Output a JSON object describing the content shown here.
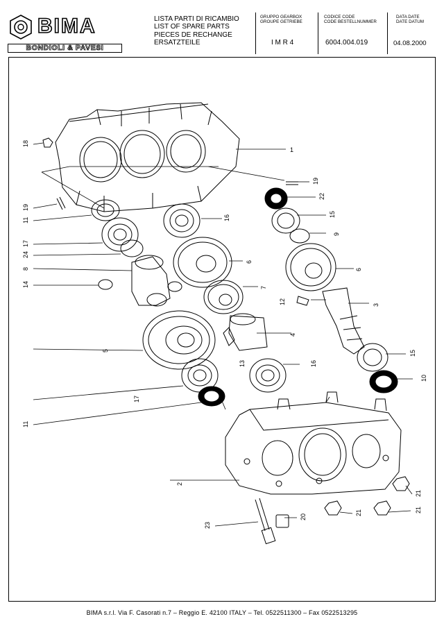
{
  "header": {
    "brand": "BIMA",
    "company": "BONDIOLI & PAVESI",
    "title_lines": [
      "LISTA PARTI DI RICAMBIO",
      "LIST OF SPARE PARTS",
      "PIECES DE RECHANGE",
      "ERSATZTEILE"
    ],
    "group_label_1": "GRUPPO GEARBOX",
    "group_label_2": "GROUPE GETRIEBE",
    "group_value": "I M R 4",
    "code_label_1": "CODICE CODE",
    "code_label_2": "CODE BESTELLNUMMER",
    "code_value": "6004.004.019",
    "date_label_1": "DATA DATE",
    "date_label_2": "DATE DATUM",
    "date_value": "04.08.2000"
  },
  "callouts": [
    "1",
    "2",
    "3",
    "4",
    "5",
    "6",
    "6",
    "7",
    "8",
    "9",
    "10",
    "11",
    "11",
    "12",
    "13",
    "14",
    "15",
    "15",
    "16",
    "16",
    "17",
    "17",
    "18",
    "19",
    "19",
    "20",
    "21",
    "21",
    "21",
    "22",
    "23",
    "24"
  ],
  "footer": {
    "address": "BIMA s.r.l. Via F. Casorati n.7  – Reggio E. 42100 ITALY – Tel. 0522511300 – Fax 0522513295"
  }
}
